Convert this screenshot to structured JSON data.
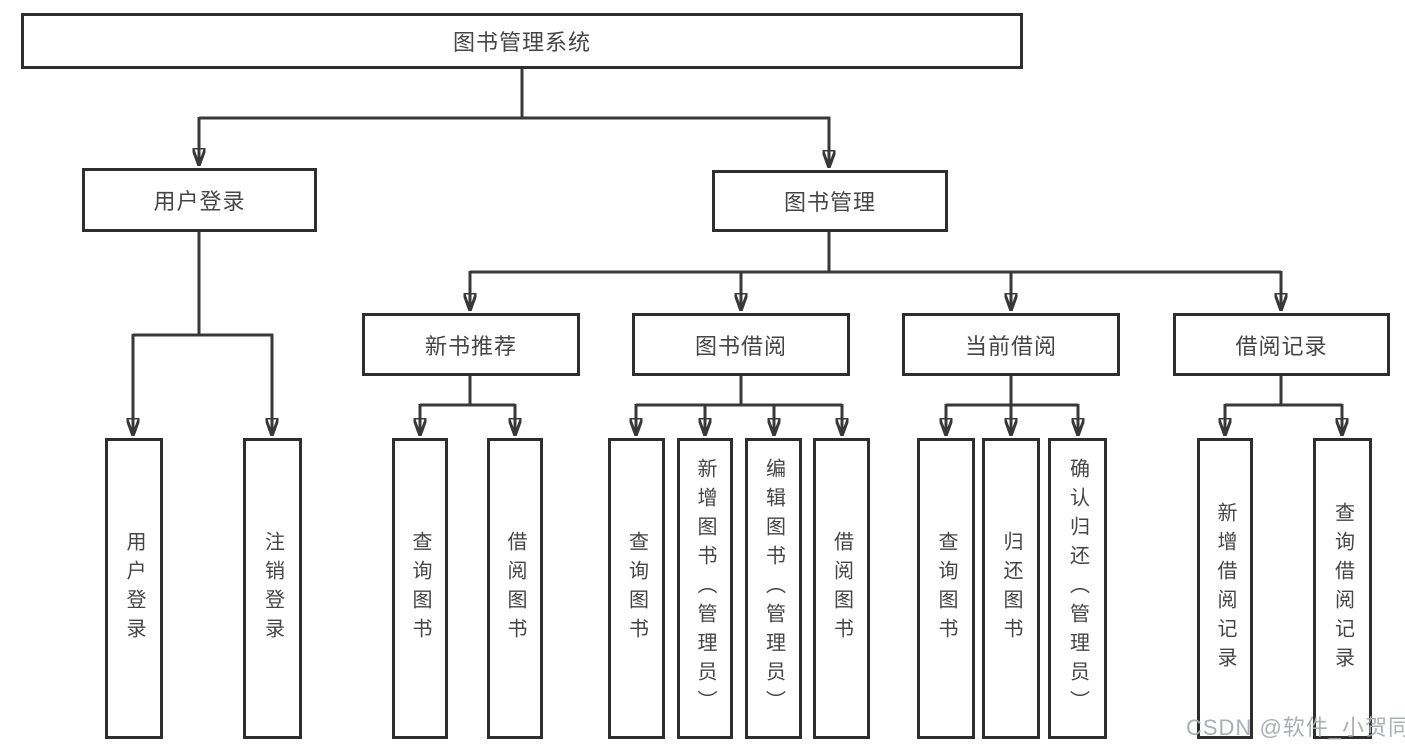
{
  "diagram": {
    "root": {
      "label": "图书管理系统"
    },
    "branches": [
      {
        "label": "用户登录",
        "children": [
          {
            "label": "用户登录"
          },
          {
            "label": "注销登录"
          }
        ]
      },
      {
        "label": "图书管理",
        "children": [
          {
            "label": "新书推荐",
            "children": [
              {
                "label": "查询图书"
              },
              {
                "label": "借阅图书"
              }
            ]
          },
          {
            "label": "图书借阅",
            "children": [
              {
                "label": "查询图书"
              },
              {
                "label": "新增图书（管理员）"
              },
              {
                "label": "编辑图书（管理员）"
              },
              {
                "label": "借阅图书"
              }
            ]
          },
          {
            "label": "当前借阅",
            "children": [
              {
                "label": "查询图书"
              },
              {
                "label": "归还图书"
              },
              {
                "label": "确认归还（管理员）"
              }
            ]
          },
          {
            "label": "借阅记录",
            "children": [
              {
                "label": "新增借阅记录"
              },
              {
                "label": "查询借阅记录"
              }
            ]
          }
        ]
      }
    ]
  },
  "watermark": {
    "text": "CSDN @软件_小贺同学"
  },
  "colors": {
    "line": "#383838",
    "border": "#2e2e2e",
    "text": "#454545",
    "watermark": "#a6aaaf"
  }
}
